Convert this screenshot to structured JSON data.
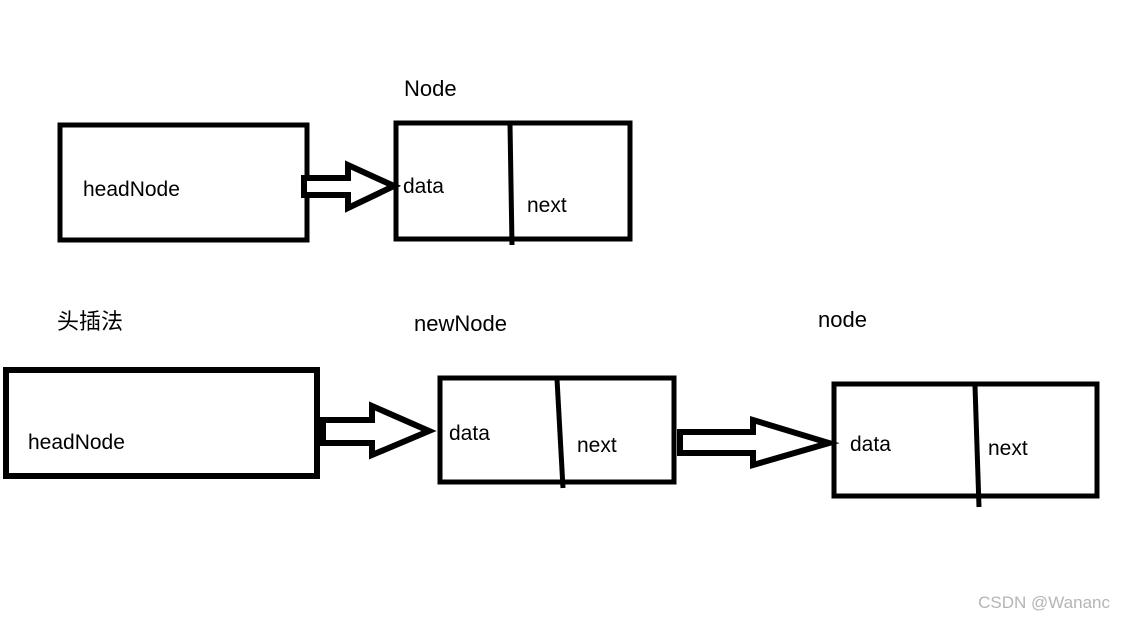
{
  "diagram": {
    "labels": {
      "node_title": "Node",
      "head_insert_method": "头插法",
      "new_node_title": "newNode",
      "node_lower_title": "node"
    },
    "boxes": {
      "head_top": {
        "label": "headNode"
      },
      "node_top": {
        "data_cell": "data",
        "next_cell": "next"
      },
      "head_bottom": {
        "label": "headNode"
      },
      "new_node": {
        "data_cell": "data",
        "next_cell": "next"
      },
      "node_bottom": {
        "data_cell": "data",
        "next_cell": "next"
      }
    },
    "colors": {
      "stroke": "#000000",
      "background": "#ffffff",
      "watermark_text": "#b5b5b5"
    },
    "watermark": "CSDN @Wananc"
  }
}
